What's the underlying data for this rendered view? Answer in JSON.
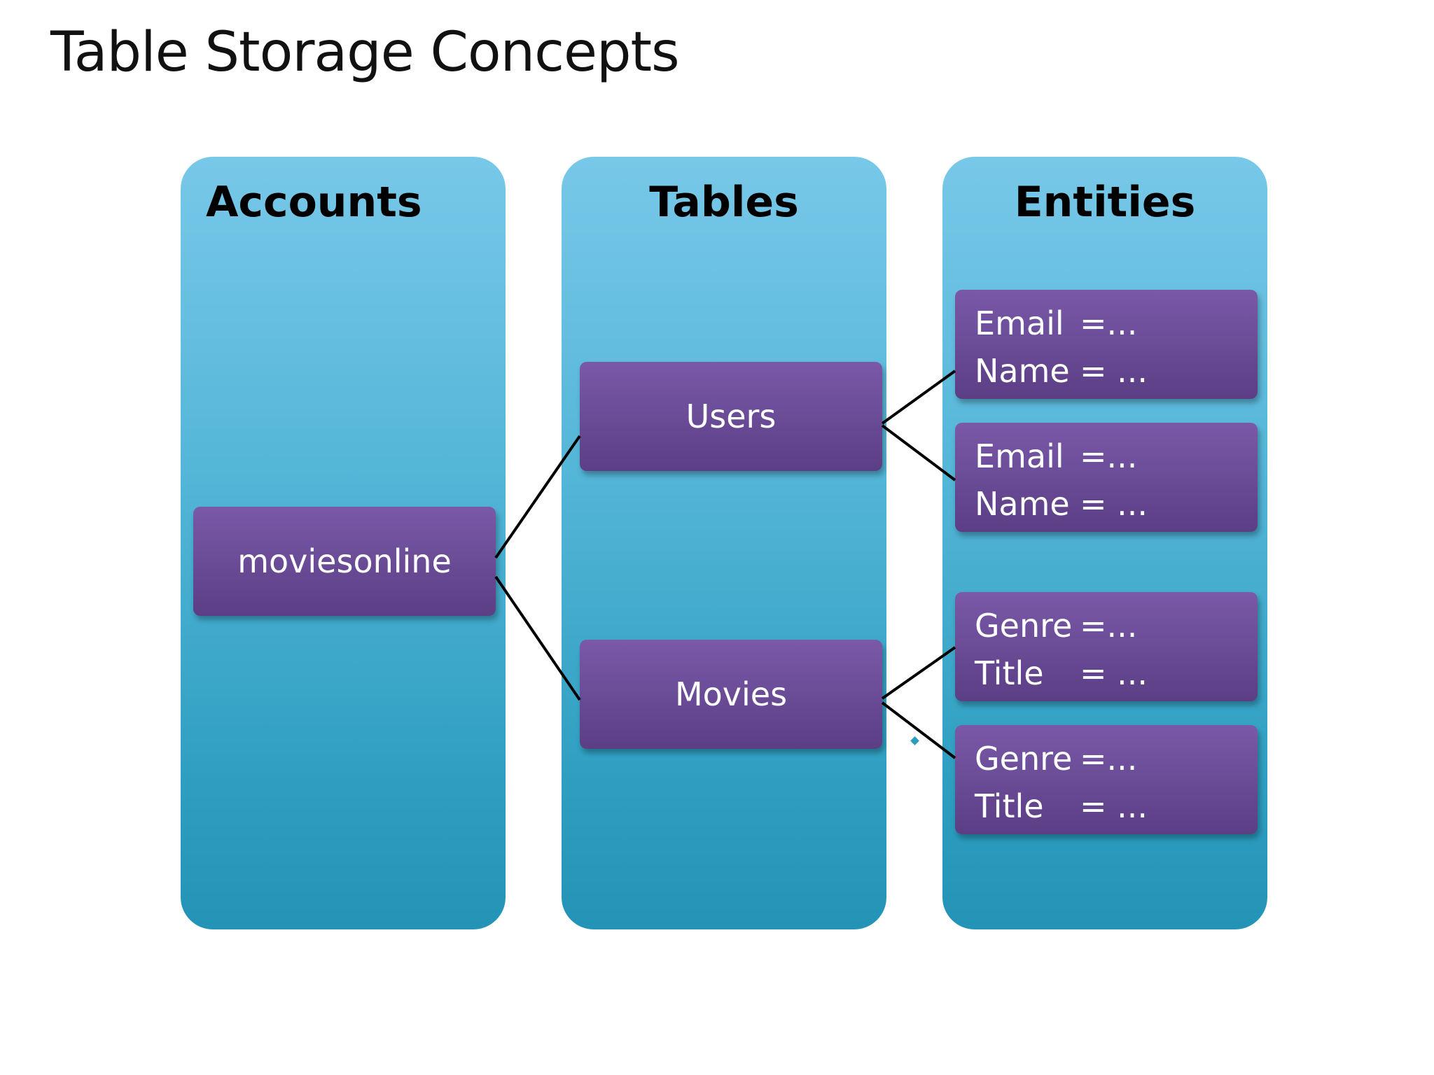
{
  "title": "Table Storage Concepts",
  "columns": {
    "accounts": {
      "heading": "Accounts",
      "items": [
        {
          "label": "moviesonline"
        }
      ]
    },
    "tables": {
      "heading": "Tables",
      "items": [
        {
          "label": "Users"
        },
        {
          "label": "Movies"
        }
      ]
    },
    "entities": {
      "heading": "Entities",
      "items": [
        {
          "rows": [
            {
              "key": "Email",
              "value": "=..."
            },
            {
              "key": "Name",
              "value": "= ..."
            }
          ]
        },
        {
          "rows": [
            {
              "key": "Email",
              "value": "=..."
            },
            {
              "key": "Name",
              "value": "= ..."
            }
          ]
        },
        {
          "rows": [
            {
              "key": "Genre",
              "value": "=..."
            },
            {
              "key": "Title",
              "value": "= ..."
            }
          ]
        },
        {
          "rows": [
            {
              "key": "Genre",
              "value": "=..."
            },
            {
              "key": "Title",
              "value": "= ..."
            }
          ]
        }
      ]
    }
  },
  "colors": {
    "column_top": "#78c8e8",
    "column_bottom": "#2394b6",
    "node_top": "#7a59a8",
    "node_bottom": "#5b3e84",
    "connector": "#000000"
  }
}
